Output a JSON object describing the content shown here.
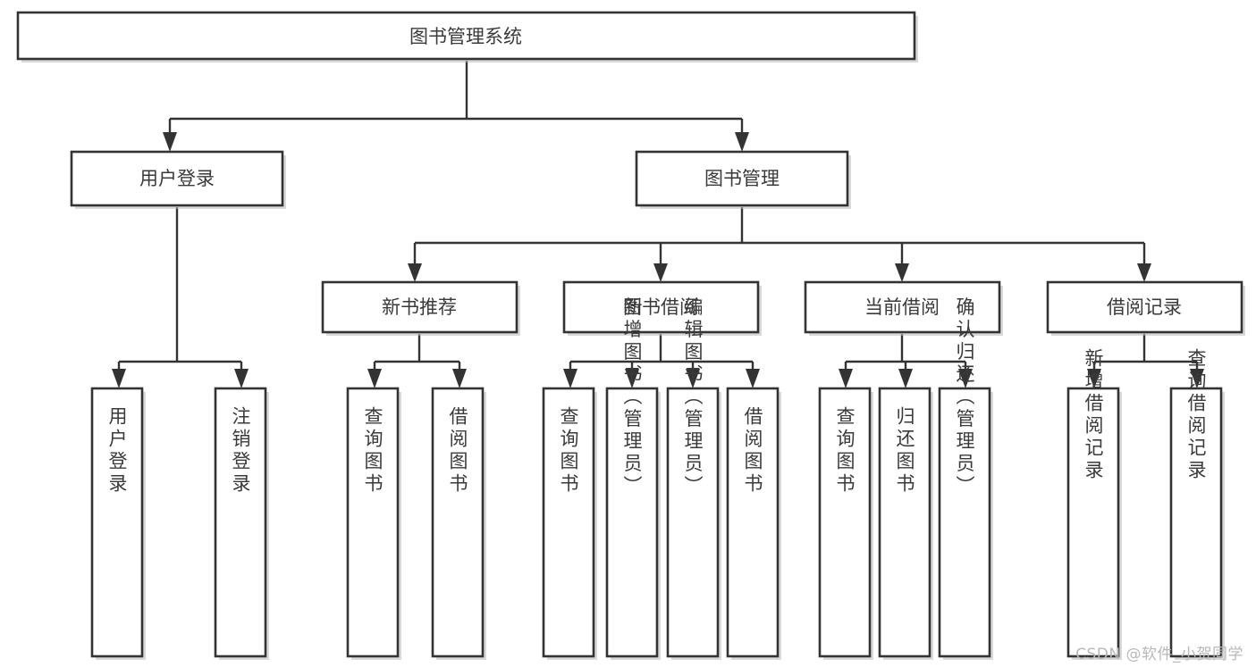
{
  "diagram": {
    "type": "tree-hierarchy",
    "title": "图书管理系统",
    "orientation": "top-down",
    "colors": {
      "box_stroke": "#333333",
      "box_fill": "#ffffff",
      "text": "#3a3a3a",
      "connector": "#333333",
      "watermark": "#b8b8b8",
      "background": "#ffffff"
    },
    "levels": {
      "root": "图书管理系统",
      "level2": [
        "用户登录",
        "图书管理"
      ],
      "level3": [
        "新书推荐",
        "图书借阅",
        "当前借阅",
        "借阅记录"
      ]
    },
    "nodes": {
      "root": {
        "label": "图书管理系统"
      },
      "user_login": {
        "label": "用户登录"
      },
      "book_manage": {
        "label": "图书管理"
      },
      "new_book_rec": {
        "label": "新书推荐"
      },
      "book_borrow": {
        "label": "图书借阅"
      },
      "current_borrow": {
        "label": "当前借阅"
      },
      "borrow_record": {
        "label": "借阅记录"
      }
    },
    "leaves": {
      "user_login": [
        {
          "label": "用户登录"
        },
        {
          "label": "注销登录"
        }
      ],
      "new_book_rec": [
        {
          "label": "查询图书"
        },
        {
          "label": "借阅图书"
        }
      ],
      "book_borrow": [
        {
          "label": "查询图书"
        },
        {
          "label": "新增图书（管理员）"
        },
        {
          "label": "编辑图书（管理员）"
        },
        {
          "label": "借阅图书"
        }
      ],
      "current_borrow": [
        {
          "label": "查询图书"
        },
        {
          "label": "归还图书"
        },
        {
          "label": "确认归还（管理员）"
        }
      ],
      "borrow_record": [
        {
          "label": "新增借阅记录"
        },
        {
          "label": "查询借阅记录"
        }
      ]
    },
    "watermark": "CSDN @软件_小贺同学"
  }
}
